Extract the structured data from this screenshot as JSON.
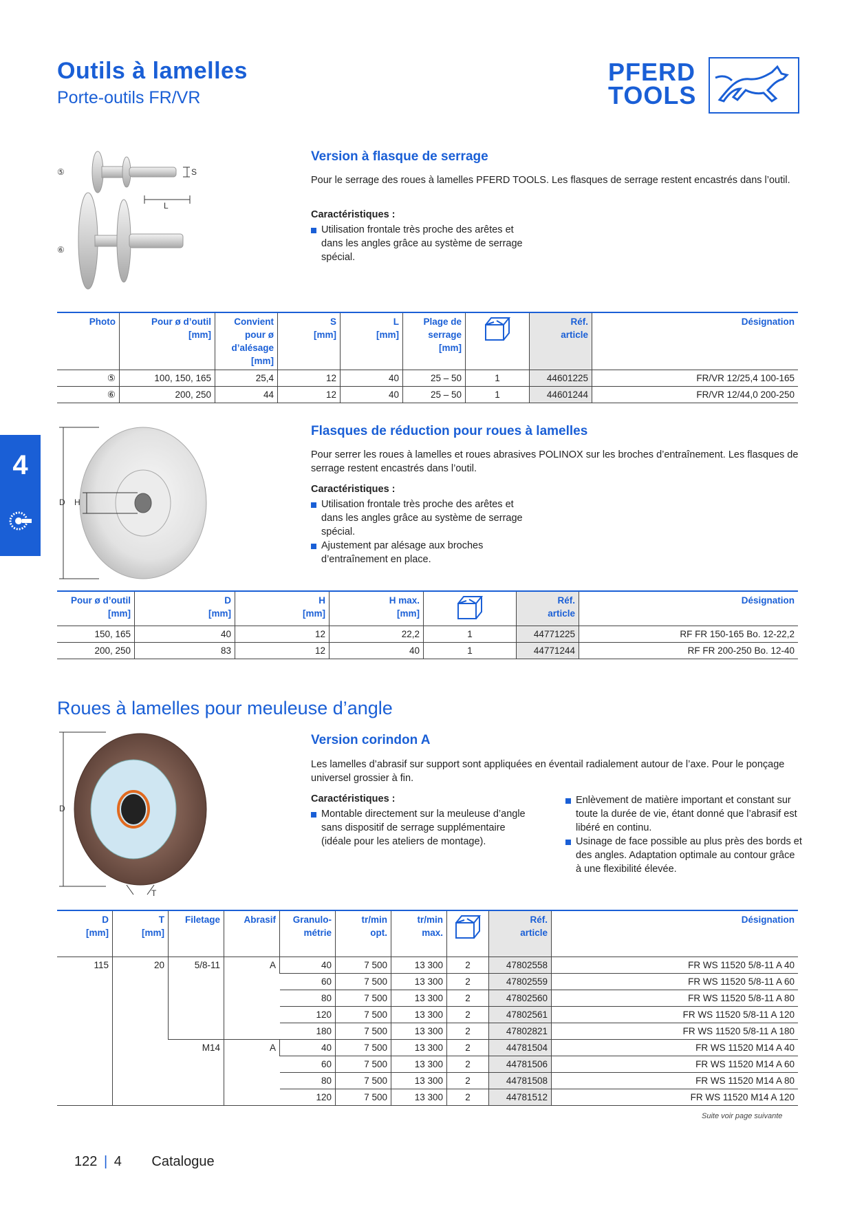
{
  "header": {
    "title": "Outils à lamelles",
    "subtitle": "Porte-outils FR/VR",
    "logo_line1": "PFERD",
    "logo_line2": "TOOLS",
    "brand_color": "#1a5fd6"
  },
  "side_tab": {
    "number": "4"
  },
  "section1": {
    "heading": "Version à flasque de serrage",
    "text": "Pour le serrage des roues à lamelles PFERD TOOLS. Les flasques de serrage restent encastrés dans l’outil.",
    "features_title": "Caractéristiques :",
    "features": [
      "Utilisation frontale très proche des arêtes et dans les angles grâce au système de serrage spécial."
    ],
    "image_labels": {
      "five": "⑤",
      "six": "⑥",
      "s": "S",
      "l": "L"
    },
    "table": {
      "headers": {
        "photo": "Photo",
        "dia": [
          "Pour ø d’outil",
          "[mm]"
        ],
        "bore": [
          "Convient",
          "pour ø",
          "d’alésage",
          "[mm]"
        ],
        "s": [
          "S",
          "[mm]"
        ],
        "l": [
          "L",
          "[mm]"
        ],
        "range": [
          "Plage de",
          "serrage",
          "[mm]"
        ],
        "ref": [
          "Réf.",
          "article"
        ],
        "desig": "Désignation"
      },
      "rows": [
        {
          "photo": "⑤",
          "dia": "100, 150, 165",
          "bore": "25,4",
          "s": "12",
          "l": "40",
          "range": "25 – 50",
          "pack": "1",
          "ref": "44601225",
          "desig": "FR/VR 12/25,4 100-165"
        },
        {
          "photo": "⑥",
          "dia": "200, 250",
          "bore": "44",
          "s": "12",
          "l": "40",
          "range": "25 – 50",
          "pack": "1",
          "ref": "44601244",
          "desig": "FR/VR 12/44,0 200-250"
        }
      ]
    }
  },
  "section2": {
    "heading": "Flasques de réduction pour roues à lamelles",
    "text": "Pour serrer les roues à lamelles et roues abrasives POLINOX sur les broches d’entraînement. Les flasques de serrage restent encastrés dans l’outil.",
    "features_title": "Caractéristiques :",
    "features": [
      "Utilisation frontale très proche des arêtes et dans les angles grâce au système de serrage spécial.",
      "Ajustement par alésage aux broches d’entraînement en place."
    ],
    "image_labels": {
      "d": "D",
      "h": "H"
    },
    "table": {
      "headers": {
        "dia": [
          "Pour ø d’outil",
          "[mm]"
        ],
        "d": [
          "D",
          "[mm]"
        ],
        "h": [
          "H",
          "[mm]"
        ],
        "hmax": [
          "H max.",
          "[mm]"
        ],
        "ref": [
          "Réf.",
          "article"
        ],
        "desig": "Désignation"
      },
      "rows": [
        {
          "dia": "150, 165",
          "d": "40",
          "h": "12",
          "hmax": "22,2",
          "pack": "1",
          "ref": "44771225",
          "desig": "RF FR 150-165 Bo. 12-22,2"
        },
        {
          "dia": "200, 250",
          "d": "83",
          "h": "12",
          "hmax": "40",
          "pack": "1",
          "ref": "44771244",
          "desig": "RF FR 200-250 Bo. 12-40"
        }
      ]
    }
  },
  "section3": {
    "title": "Roues à lamelles pour meuleuse d’angle",
    "heading": "Version corindon A",
    "text": "Les lamelles d’abrasif sur support sont appliquées en éventail radialement autour de l’axe. Pour le ponçage universel grossier à fin.",
    "features_title": "Caractéristiques :",
    "features_left": [
      "Montable directement sur la meuleuse d’angle sans dispositif de serrage supplémentaire (idéale pour les ateliers de montage)."
    ],
    "features_right": [
      "Enlèvement de matière important et constant sur toute la durée de vie, étant donné que l’abrasif est libéré en continu.",
      "Usinage de face possible au plus près des bords et des angles. Adaptation optimale au contour grâce à une flexibilité élevée."
    ],
    "image_labels": {
      "d": "D",
      "t": "T"
    },
    "table": {
      "headers": {
        "d": [
          "D",
          "[mm]"
        ],
        "t": [
          "T",
          "[mm]"
        ],
        "thread": "Filetage",
        "abr": "Abrasif",
        "grit": [
          "Granulo-",
          "métrie"
        ],
        "opt": [
          "tr/min",
          "opt."
        ],
        "max": [
          "tr/min",
          "max."
        ],
        "ref": [
          "Réf.",
          "article"
        ],
        "desig": "Désignation"
      },
      "group1": {
        "d": "115",
        "t": "20",
        "thread": "5/8-11",
        "abr": "A"
      },
      "group2": {
        "thread": "M14",
        "abr": "A"
      },
      "rows": [
        {
          "grit": "40",
          "opt": "7 500",
          "max": "13 300",
          "pack": "2",
          "ref": "47802558",
          "desig": "FR WS 11520 5/8-11 A 40"
        },
        {
          "grit": "60",
          "opt": "7 500",
          "max": "13 300",
          "pack": "2",
          "ref": "47802559",
          "desig": "FR WS 11520 5/8-11 A 60"
        },
        {
          "grit": "80",
          "opt": "7 500",
          "max": "13 300",
          "pack": "2",
          "ref": "47802560",
          "desig": "FR WS 11520 5/8-11 A 80"
        },
        {
          "grit": "120",
          "opt": "7 500",
          "max": "13 300",
          "pack": "2",
          "ref": "47802561",
          "desig": "FR WS 11520 5/8-11 A 120"
        },
        {
          "grit": "180",
          "opt": "7 500",
          "max": "13 300",
          "pack": "2",
          "ref": "47802821",
          "desig": "FR WS 11520 5/8-11 A 180"
        },
        {
          "grit": "40",
          "opt": "7 500",
          "max": "13 300",
          "pack": "2",
          "ref": "44781504",
          "desig": "FR WS 11520 M14 A 40"
        },
        {
          "grit": "60",
          "opt": "7 500",
          "max": "13 300",
          "pack": "2",
          "ref": "44781506",
          "desig": "FR WS 11520 M14 A 60"
        },
        {
          "grit": "80",
          "opt": "7 500",
          "max": "13 300",
          "pack": "2",
          "ref": "44781508",
          "desig": "FR WS 11520 M14 A 80"
        },
        {
          "grit": "120",
          "opt": "7 500",
          "max": "13 300",
          "pack": "2",
          "ref": "44781512",
          "desig": "FR WS 11520 M14 A 120"
        }
      ],
      "continuation": "Suite voir page suivante"
    }
  },
  "footer": {
    "page": "122",
    "chapter": "4",
    "label": "Catalogue"
  }
}
